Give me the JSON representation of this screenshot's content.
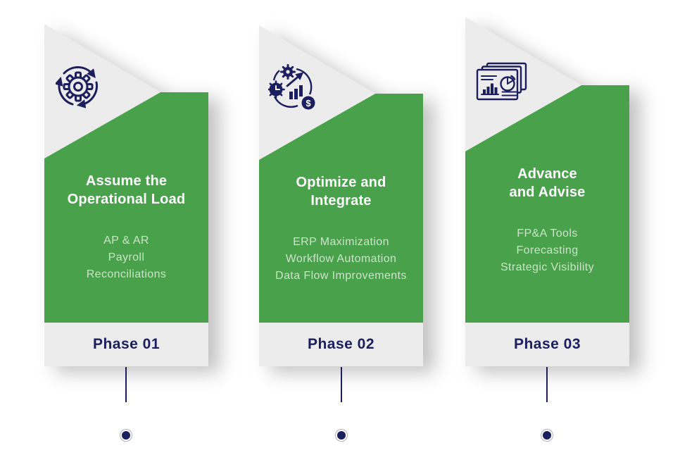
{
  "page": {
    "background": "#FFFFFF",
    "type": "three-phase process infographic"
  },
  "colors": {
    "green": "#49A24B",
    "panel_gray": "#ECECEC",
    "navy": "#1B1F5E",
    "title_text": "#FFFFFF",
    "item_text": "#CBE3C8"
  },
  "cards": [
    {
      "icon": "process-cycle-gear-icon",
      "title_lines": [
        "Assume the",
        "Operational Load"
      ],
      "items": [
        "AP & AR",
        "Payroll",
        "Reconciliations"
      ],
      "phase": "Phase 01"
    },
    {
      "icon": "finance-optimization-icon",
      "title_lines": [
        "Optimize and",
        "Integrate"
      ],
      "items": [
        "ERP Maximization",
        "Workflow Automation",
        "Data Flow Improvements"
      ],
      "phase": "Phase 02"
    },
    {
      "icon": "reports-analytics-icon",
      "title_lines": [
        "Advance",
        "and Advise"
      ],
      "items": [
        "FP&A Tools",
        "Forecasting",
        "Strategic Visibility"
      ],
      "phase": "Phase 03"
    }
  ]
}
